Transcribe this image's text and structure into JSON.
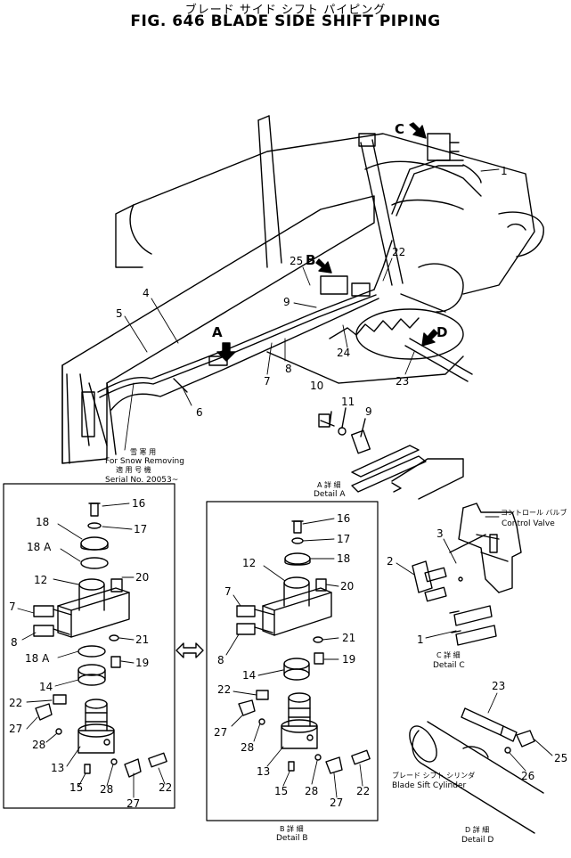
{
  "header": {
    "title_jp": "ブレード サイド シフト パイピング",
    "title_en": "FIG. 646  BLADE SIDE SHIFT PIPING"
  },
  "main_view": {
    "callouts": [
      "1",
      "4",
      "5",
      "6",
      "7",
      "8",
      "9",
      "22",
      "23",
      "24",
      "25"
    ],
    "detail_pointers": [
      "A",
      "B",
      "C",
      "D"
    ],
    "note_jp": "雪 寒 用",
    "note_jp2": "適 用 号 機",
    "note_line1": "For Snow Removing",
    "note_line2": "Serial No. 20053~"
  },
  "detail_a": {
    "callouts": [
      "9",
      "10",
      "11"
    ],
    "caption_jp": "A 詳 細",
    "caption": "Detail A"
  },
  "left_detail": {
    "callouts": [
      "16",
      "17",
      "18",
      "18 A",
      "12",
      "20",
      "7",
      "8",
      "21",
      "18 A",
      "19",
      "14",
      "22",
      "27",
      "28",
      "13",
      "15",
      "28",
      "27",
      "22"
    ]
  },
  "detail_b": {
    "callouts": [
      "16",
      "17",
      "18",
      "12",
      "20",
      "7",
      "8",
      "21",
      "19",
      "14",
      "22",
      "27",
      "28",
      "13",
      "15",
      "28",
      "27",
      "22"
    ],
    "caption_jp": "B 詳 細",
    "caption": "Detail B"
  },
  "detail_c": {
    "callouts": [
      "3",
      "2",
      "1"
    ],
    "label_jp": "コントロール バルブ",
    "label": "Control Valve",
    "caption_jp": "C 詳 細",
    "caption": "Detail C"
  },
  "detail_d": {
    "callouts": [
      "23",
      "25",
      "26"
    ],
    "label_jp": "ブレード シフト シリンダ",
    "label": "Blade Sift Cylinder",
    "caption_jp": "D 詳 細",
    "caption": "Detail D"
  },
  "icons": {
    "pointer_arrow": "arrow-down-icon",
    "swap_arrow": "double-arrow-icon"
  }
}
